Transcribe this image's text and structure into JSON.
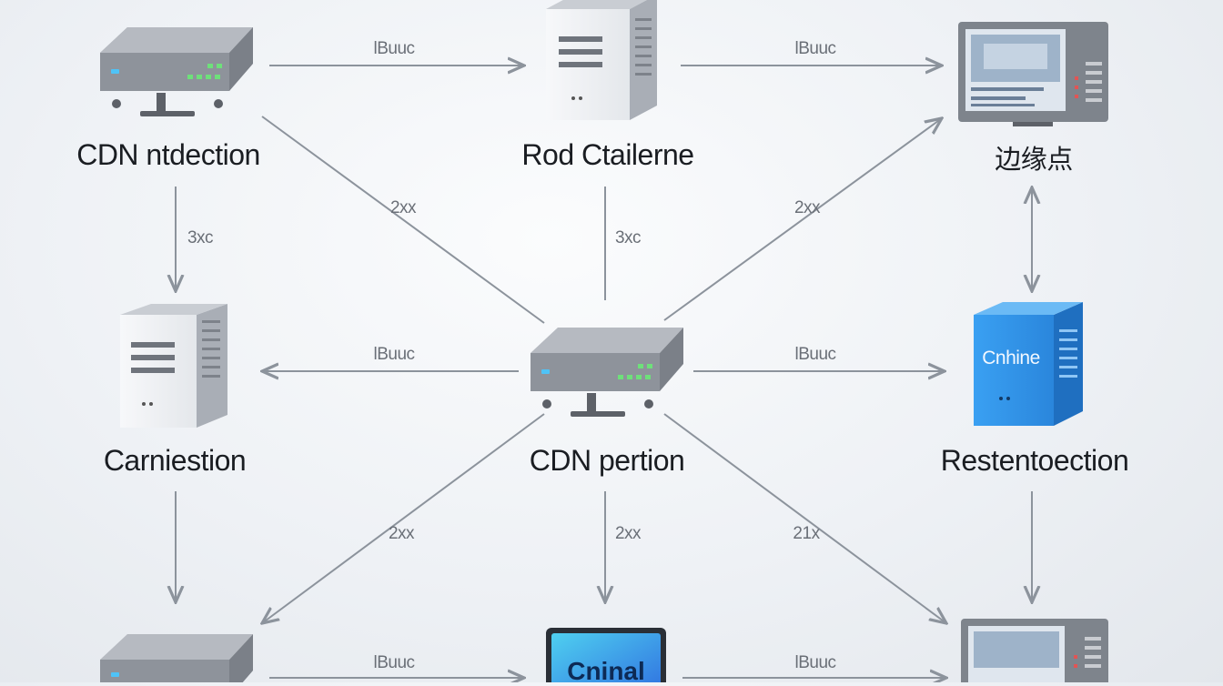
{
  "nodes": {
    "top_left": "CDN ntdection",
    "top_center": "Rod Ctailerne",
    "top_right": "边缘点",
    "mid_left": "Carniestion",
    "mid_center": "CDN pertion",
    "mid_right": "Restentoection",
    "cube_text": "Cnhine",
    "monitor_text": "Cninal"
  },
  "edges": {
    "top_a": "lBuuc",
    "top_b": "lBuuc",
    "diag_tl": "2xx",
    "diag_tr": "2xx",
    "vert_left": "3xc",
    "vert_center": "3xc",
    "mid_a": "lBuuc",
    "mid_b": "lBuuc",
    "diag_bl": "2xx",
    "down_center": "2xx",
    "diag_br": "21x",
    "bottom_a": "lBuuc",
    "bottom_b": "lBuuc"
  },
  "colors": {
    "arrow": "#8c939c",
    "server_gray": "#8e939b",
    "cube_blue": "#2f8fe6",
    "monitor_cyan": "#3fb7ea"
  }
}
